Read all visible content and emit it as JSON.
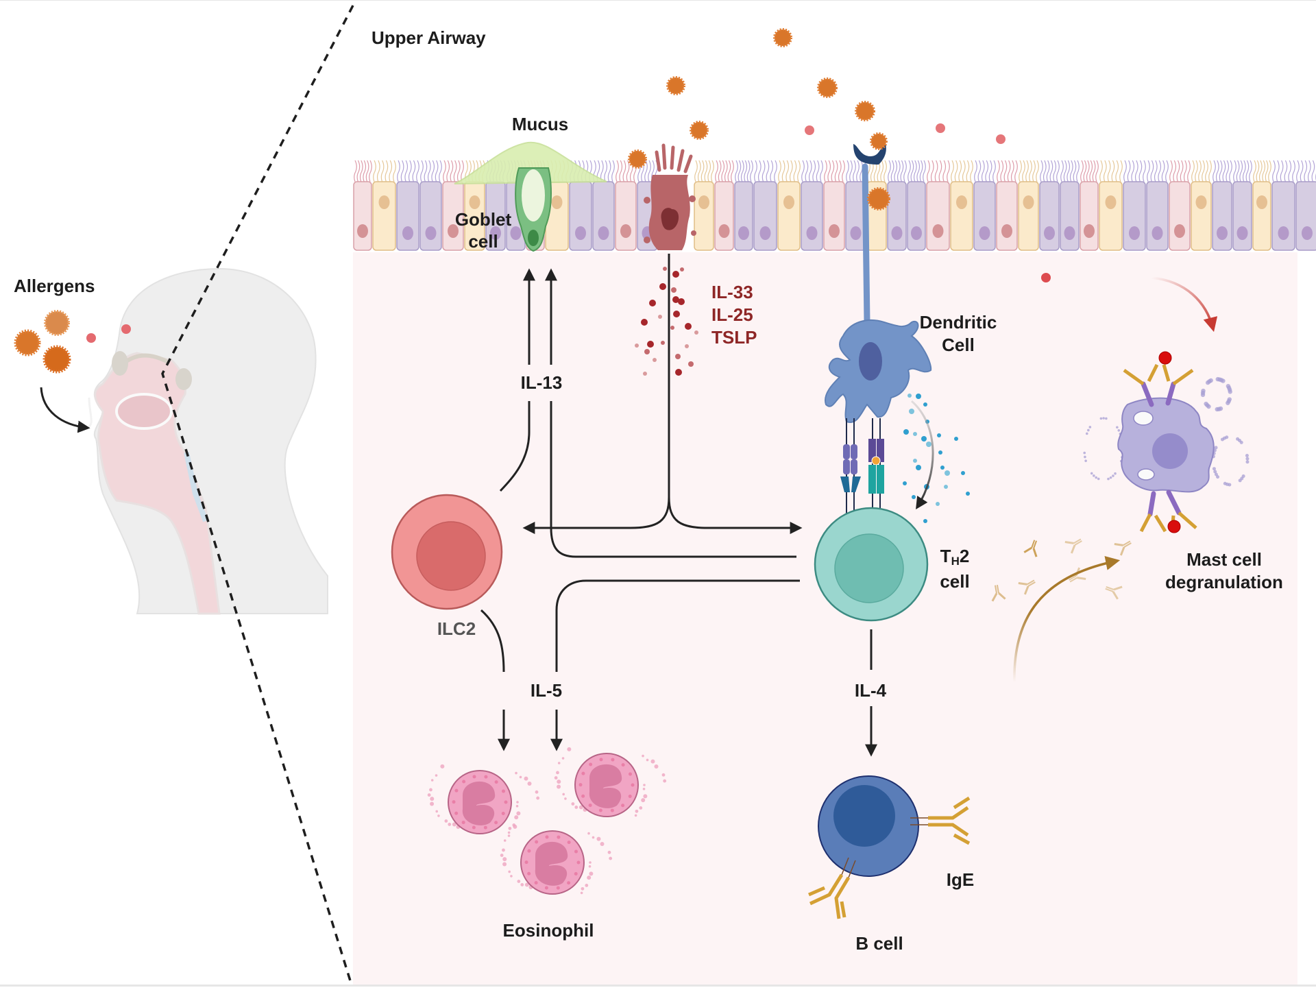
{
  "figure": {
    "section_title": "Upper Airway",
    "left_panel": {
      "allergens_label": "Allergens"
    },
    "epithelium": {
      "mucus_label": "Mucus",
      "goblet_label_line1": "Goblet",
      "goblet_label_line2": "cell"
    },
    "alarmins": [
      "IL-33",
      "IL-25",
      "TSLP"
    ],
    "cells": {
      "dendritic_line1": "Dendritic",
      "dendritic_line2": "Cell",
      "ilc2": "ILC2",
      "th2_main": "T",
      "th2_sub": "H",
      "th2_suffix": "2",
      "th2_line2": "cell",
      "eosinophil": "Eosinophil",
      "b_cell": "B cell",
      "ige": "IgE",
      "mast_line1": "Mast cell",
      "mast_line2": "degranulation"
    },
    "cytokines": {
      "il13": "IL-13",
      "il5": "IL-5",
      "il4": "IL-4"
    },
    "colors": {
      "panel_bg": "#fdf4f5",
      "allergen": "#d9731f",
      "alarmin_text": "#8e2626",
      "ilc2": "#f19595",
      "ilc2_nucleus": "#d96b6b",
      "th2": "#9ad6ce",
      "th2_nucleus": "#6fbdb1",
      "b_cell": "#5a7db8",
      "b_cell_nucleus": "#2f5b99",
      "dendritic": "#7394c8",
      "eosinophil": "#ee9fbf",
      "mast_cell": "#b7b1dc",
      "ige": "#d4a034",
      "mucus": "#d9eeb0",
      "goblet": "#7bbf82"
    }
  }
}
